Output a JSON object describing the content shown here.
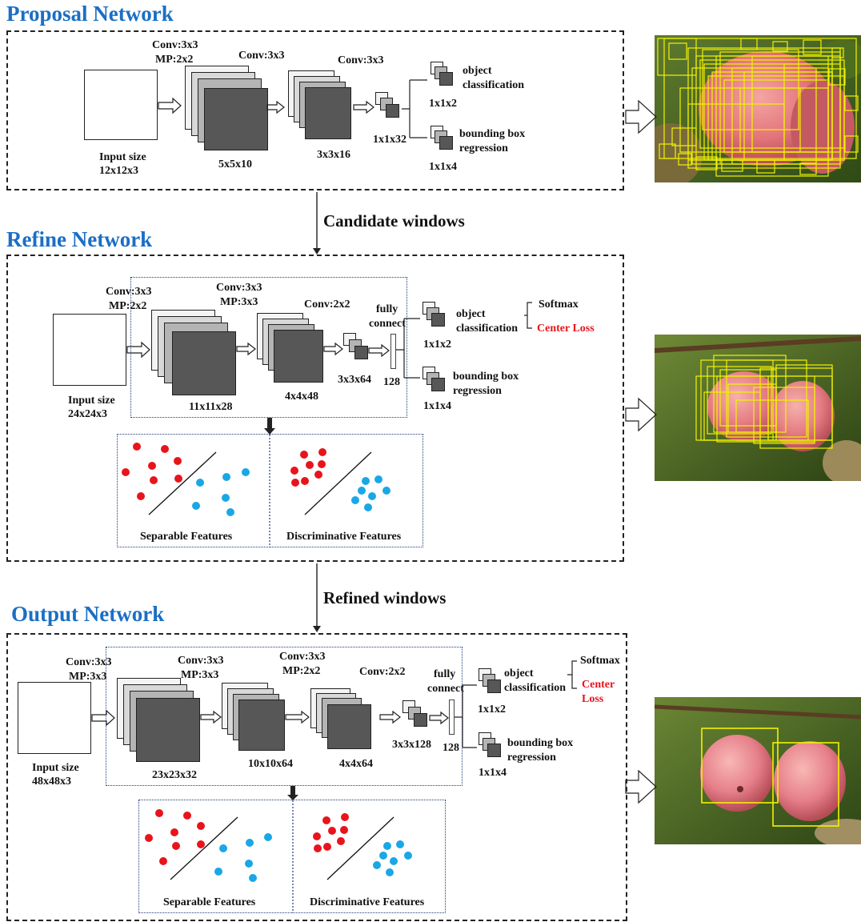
{
  "titles": {
    "proposal": "Proposal Network",
    "refine": "Refine Network",
    "output": "Output Network",
    "title_color": "#1a6fc4"
  },
  "arrows": {
    "candidate": "Candidate windows",
    "refined": "Refined windows"
  },
  "pnet": {
    "input_size_label": "Input size",
    "input_size_value": "12x12x3",
    "conv1": "Conv:3x3",
    "mp1": "MP:2x2",
    "out1": "5x5x10",
    "conv2": "Conv:3x3",
    "out2": "3x3x16",
    "conv3": "Conv:3x3",
    "out3": "1x1x32",
    "obj1": "object",
    "obj2": "classification",
    "obj_dim": "1x1x2",
    "bb1": "bounding box",
    "bb2": "regression",
    "bb_dim": "1x1x4"
  },
  "rnet": {
    "input_size_label": "Input size",
    "input_size_value": "24x24x3",
    "conv1": "Conv:3x3",
    "mp1": "MP:2x2",
    "out1": "11x11x28",
    "conv2": "Conv:3x3",
    "mp2": "MP:3x3",
    "out2": "4x4x48",
    "conv3": "Conv:2x2",
    "out3": "3x3x64",
    "fc1": "fully",
    "fc2": "connect",
    "fc_dim": "128",
    "obj1": "object",
    "obj2": "classification",
    "obj_dim": "1x1x2",
    "softmax": "Softmax",
    "center_loss": "Center Loss",
    "bb1": "bounding box",
    "bb2": "regression",
    "bb_dim": "1x1x4",
    "sep": "Separable Features",
    "disc": "Discriminative Features"
  },
  "onet": {
    "input_size_label": "Input size",
    "input_size_value": "48x48x3",
    "conv1": "Conv:3x3",
    "mp1": "MP:3x3",
    "out1": "23x23x32",
    "conv2": "Conv:3x3",
    "mp2": "MP:3x3",
    "out2": "10x10x64",
    "conv3": "Conv:3x3",
    "mp3": "MP:2x2",
    "out3": "4x4x64",
    "conv4": "Conv:2x2",
    "out4": "3x3x128",
    "fc1": "fully",
    "fc2": "connect",
    "fc_dim": "128",
    "obj1": "object",
    "obj2": "classification",
    "obj_dim": "1x1x2",
    "softmax": "Softmax",
    "center1": "Center",
    "center2": "Loss",
    "bb1": "bounding box",
    "bb2": "regression",
    "bb_dim": "1x1x4",
    "sep": "Separable Features",
    "disc": "Discriminative Features"
  },
  "colors": {
    "red_dot": "#e8141c",
    "blue_dot": "#1aa7e6",
    "box_yellow": "#f2f200",
    "center_loss": "#e8141c"
  }
}
